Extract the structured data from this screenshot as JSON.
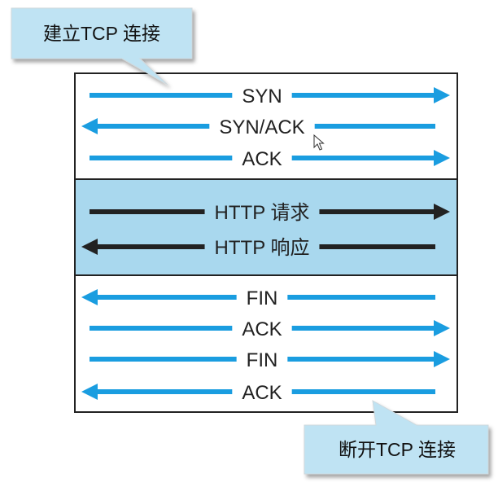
{
  "colors": {
    "background": "#ffffff",
    "arrow_blue": "#1a9de0",
    "arrow_black": "#222222",
    "http_band": "#a9d8ee",
    "callout_fill": "#bfe3f3",
    "callout_shadow": "#9a9a9a",
    "border": "#222222"
  },
  "callouts": {
    "establish": "建立TCP 连接",
    "terminate": "断开TCP 连接"
  },
  "messages": {
    "establish": [
      {
        "label": "SYN",
        "direction": "right"
      },
      {
        "label": "SYN/ACK",
        "direction": "left"
      },
      {
        "label": "ACK",
        "direction": "right"
      }
    ],
    "http": [
      {
        "label": "HTTP 请求",
        "direction": "right"
      },
      {
        "label": "HTTP 响应",
        "direction": "left"
      }
    ],
    "terminate": [
      {
        "label": "FIN",
        "direction": "left"
      },
      {
        "label": "ACK",
        "direction": "right"
      },
      {
        "label": "FIN",
        "direction": "right"
      },
      {
        "label": "ACK",
        "direction": "left"
      }
    ]
  }
}
